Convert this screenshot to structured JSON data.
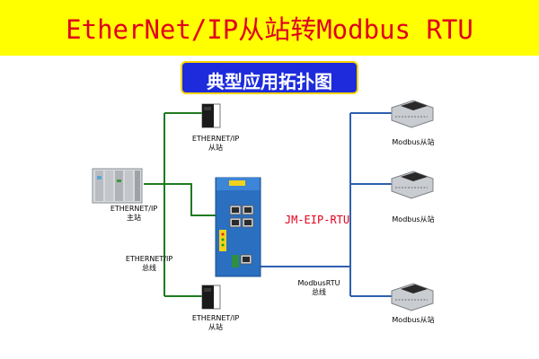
{
  "header": {
    "title": "EtherNet/IP从站转Modbus RTU",
    "subtitle": "典型应用拓扑图"
  },
  "colors": {
    "title_bg": "#ffff00",
    "title_text": "#e0001b",
    "subtitle_bg": "#1d2bdc",
    "ethernet_line": "#1f7a1f",
    "modbus_line": "#2f5fb0",
    "gateway_body": "#2a6fc0",
    "model_text": "#e3001b"
  },
  "nodes": {
    "master": {
      "label_line1": "ETHERNET/IP",
      "label_line2": "主站"
    },
    "slave_top": {
      "label_line1": "ETHERNET/IP",
      "label_line2": "从站"
    },
    "slave_bottom": {
      "label_line1": "ETHERNET/IP",
      "label_line2": "从站"
    },
    "gateway": {
      "model": "JM-EIP-RTU"
    },
    "modbus_slaves": [
      {
        "label": "Modbus从站"
      },
      {
        "label": "Modbus从站"
      },
      {
        "label": "Modbus从站"
      }
    ]
  },
  "buses": {
    "ethernet": {
      "label_line1": "ETHERNET/IP",
      "label_line2": "总线"
    },
    "modbus": {
      "label_line1": "ModbusRTU",
      "label_line2": "总线"
    }
  }
}
